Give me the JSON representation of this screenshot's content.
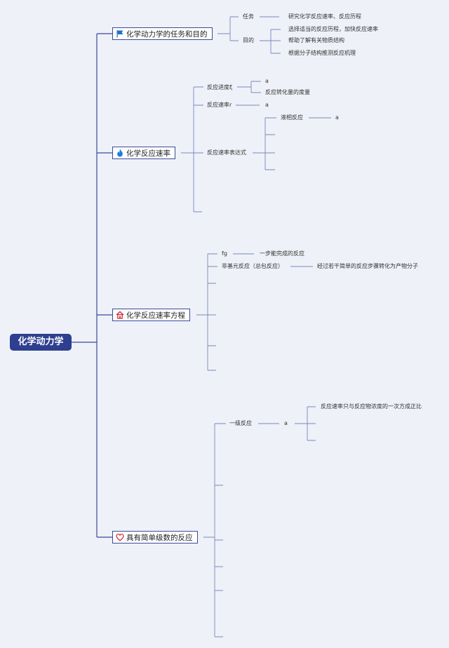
{
  "root": "化学动力学",
  "branch1": {
    "title": "化学动力学的任务和目的",
    "icon": "flag-icon",
    "task_label": "任务",
    "task_text": "研究化学反应速率、反应历程",
    "goal_label": "目的",
    "goals": [
      "选择适当的反应历程，加快反应速率",
      "帮助了解有关物质结构",
      "根据分子结构推测反应机理"
    ]
  },
  "branch2": {
    "title": "化学反应速率",
    "icon": "flame-icon",
    "extent_label": "反应进度ξ",
    "extent_a": "a",
    "extent_b": "反应转化量的度量",
    "rate_label": "反应速率r",
    "rate_a": "a",
    "expr_label": "反应速率表达式",
    "liquid_label": "液相反应",
    "liquid_a": "a"
  },
  "branch3": {
    "title": "化学反应速率方程",
    "icon": "house-icon",
    "fg": "fg",
    "fg_text": "一步能完成的反应",
    "nonelem_label": "非基元反应（总包反应）",
    "nonelem_text": "经过若干简单的反应步骤转化为产物分子"
  },
  "branch4": {
    "title": "具有简单级数的反应",
    "icon": "heart-icon",
    "first_order": "一级反应",
    "first_a": "a",
    "first_text": "反应速率只与反应物浓度的一次方成正比"
  },
  "colors": {
    "line": "#3b4a9a",
    "thin": "#7b86bf",
    "root_bg": "#2e3f8f"
  }
}
